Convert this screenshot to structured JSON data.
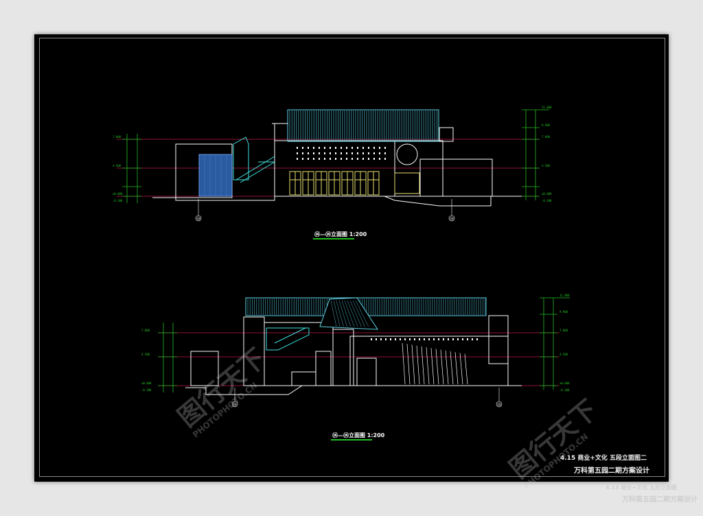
{
  "elevations": {
    "upper_caption": "⑭—⑭立面图 1:200",
    "lower_caption": "⑭—⑭立面图 1:200",
    "axis_marks": [
      "⑭",
      "⑭",
      "⑭",
      "⑭"
    ]
  },
  "title_block": {
    "line1": "4.15  商业+文化   五段立面图二",
    "line2": "万科第五园二期方案设计"
  },
  "ghost_title_block": {
    "line1": "4.15  商业+文化   五段立面图",
    "line2": "万科第五园二期方案设计"
  },
  "watermark": {
    "text_cn": "图行天下",
    "text_en": "PHOTOPHOTO.CN"
  },
  "colors": {
    "background": "#000000",
    "roof": "#5fd4e6",
    "wall": "#ffffff",
    "level_line": "#e0205a",
    "dimension": "#22c022",
    "glazing": "#e8e070",
    "stair": "#3ee0e0"
  }
}
